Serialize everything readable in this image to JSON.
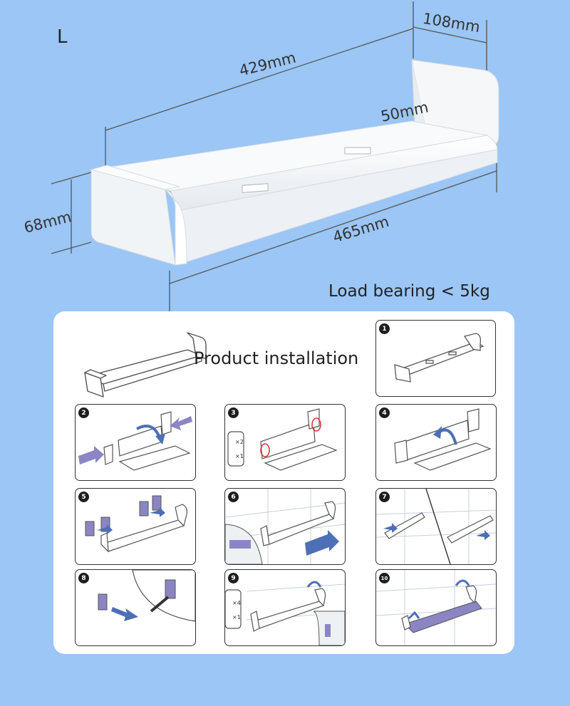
{
  "size_variant": "L",
  "dimensions": {
    "depth": "108mm",
    "inner_length": "429mm",
    "lip_height": "50mm",
    "height": "68mm",
    "outer_length": "465mm"
  },
  "load_bearing": "Load bearing < 5kg",
  "installation": {
    "title": "Product installation",
    "steps": [
      {
        "number": "1"
      },
      {
        "number": "2"
      },
      {
        "number": "3",
        "parts": [
          "×2",
          "×1"
        ]
      },
      {
        "number": "4"
      },
      {
        "number": "5"
      },
      {
        "number": "6"
      },
      {
        "number": "7"
      },
      {
        "number": "8"
      },
      {
        "number": "9",
        "parts": [
          "×4",
          "×1"
        ]
      },
      {
        "number": "10"
      }
    ]
  },
  "colors": {
    "background": "#9bc6f6",
    "arrow_purple": "#8b86c3",
    "arrow_blue": "#4d6fb5",
    "highlight_red": "#d23a3a"
  }
}
